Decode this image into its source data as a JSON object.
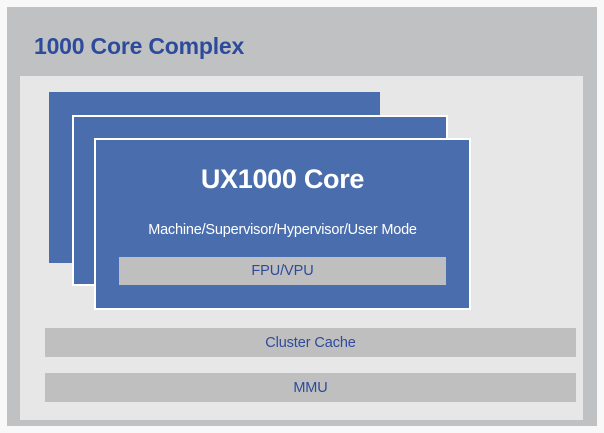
{
  "diagram": {
    "title": "1000 Core Complex",
    "colors": {
      "accent_blue": "#4a6dae",
      "text_blue": "#2e4b9b",
      "gray_bar": "#bfbfbf",
      "panel_bg": "#e7e7e7",
      "outer_bg": "#bfc1c2"
    },
    "core_stack": {
      "count": 3,
      "front_card": {
        "title": "UX1000 Core",
        "modes": "Machine/Supervisor/Hypervisor/User Mode",
        "fpu_label": "FPU/VPU"
      }
    },
    "shared_blocks": [
      {
        "label": "Cluster Cache"
      },
      {
        "label": "MMU"
      }
    ]
  }
}
